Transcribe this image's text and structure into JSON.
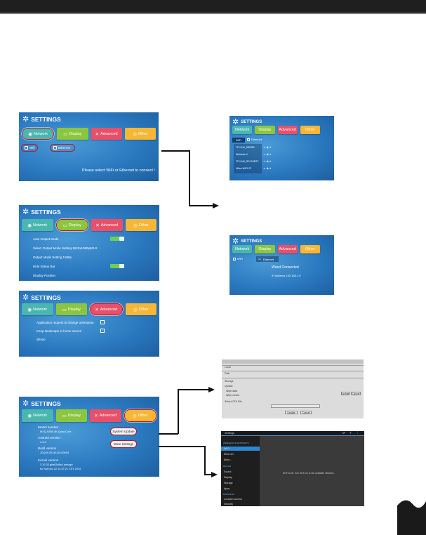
{
  "settings_title": "SETTINGS",
  "tabs": [
    "Network",
    "Display",
    "Advanced",
    "Other"
  ],
  "network_screen": {
    "options": [
      "Wifi",
      "Ethernet"
    ],
    "prompt": "Please select WiFi or Ethernet to connect !"
  },
  "wifi_screen": {
    "wifi_label": "WiFi",
    "ethernet_label": "Ethernet",
    "networks": [
      "TP-LINK_86F8B2",
      "Wireless-N",
      "TP-LINK_RS-GUEST",
      "Hilton-WIFI-2F"
    ]
  },
  "display_screen": {
    "rows": [
      "Auto Output Mode",
      "Select Output Mode Setting 1920x1080p60Hz",
      "Output Mode Setting 1080p",
      "Hide Status Bar",
      "Display Position"
    ]
  },
  "ethernet_screen": {
    "status": "Wired Connected",
    "ip": "IP Address 192.168.1.9"
  },
  "advanced_screen": {
    "rows": [
      "Application request to change orientation",
      "Keep landscape in home screen",
      "Wiseo"
    ]
  },
  "other_screen": {
    "model_label": "Model number :",
    "model_value": "MXQ-S805-4K-Quad Core",
    "android_label": "Android version :",
    "android_value": "4.4.2",
    "build_label": "Build version :",
    "build_value": "JDQ39.20141125.00004",
    "kernel_label": "Kernel version :",
    "kernel_value": "3.10.33-g9a83c8a4 amlogic",
    "kernel_extra": "#2 Sat Nov 22 14:37:21 CST 2014",
    "buttons": [
      "System Update",
      "More Settings"
    ]
  },
  "update_screen": {
    "rows": [
      "Local",
      "Path",
      "Storage",
      "Update",
      "Wipe data",
      "Wipe media",
      "Select OTA File"
    ],
    "buttons": [
      "Update",
      "Cancel"
    ]
  },
  "more_settings_screen": {
    "title": "Settings",
    "menu": [
      "WIRELESS & NETWORKS",
      "Wi-Fi",
      "Ethernet",
      "More...",
      "DEVICE",
      "Sound",
      "Display",
      "Storage",
      "Apps",
      "PERSONAL",
      "Location access",
      "Security"
    ],
    "center_text": "Wi-Fi is off. Turn Wi-Fi on to see available networks."
  },
  "colors": {
    "network": "#4ab6b0",
    "display": "#8cc63f",
    "advanced": "#e8506a",
    "other": "#f6b636",
    "highlight": "#c4121f"
  }
}
